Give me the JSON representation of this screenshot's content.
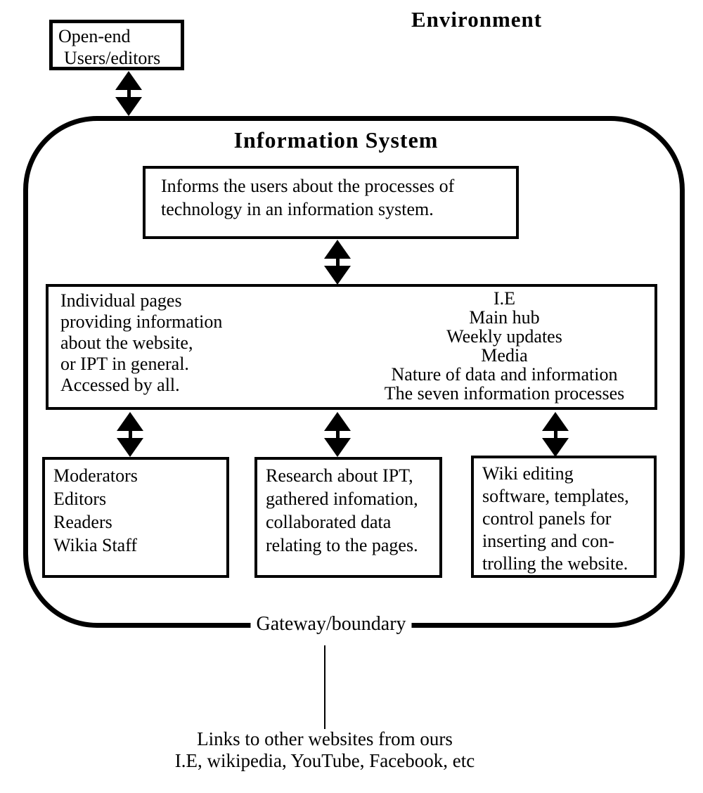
{
  "colors": {
    "ink": "#000000",
    "paper": "#ffffff"
  },
  "environment_label": "Environment",
  "open_end_box": {
    "line1": "Open-end",
    "line2": "Users/editors"
  },
  "information_system": {
    "title": "Information System",
    "informs_box": {
      "line1": "Informs the users about the processes of",
      "line2": "technology in an information system."
    },
    "wide_box": {
      "left_lines": [
        "Individual pages",
        "providing information",
        "about the website,",
        "or IPT in general.",
        "Accessed by all."
      ],
      "right_lines": [
        "I.E",
        "Main hub",
        "Weekly updates",
        "Media",
        "Nature of data and information",
        "The seven information processes"
      ]
    },
    "bottom_boxes": {
      "moderators": {
        "lines": [
          "Moderators",
          "Editors",
          "Readers",
          "Wikia Staff"
        ]
      },
      "research": {
        "lines": [
          "Research about IPT,",
          "gathered infomation,",
          "collaborated data",
          "relating to the pages."
        ]
      },
      "wiki": {
        "lines": [
          "Wiki editing",
          "software, templates,",
          "control panels for",
          "inserting and con-",
          "trolling the website."
        ]
      }
    },
    "gateway_label": "Gateway/boundary"
  },
  "external_links": {
    "line1": "Links to other websites from ours",
    "line2": "I.E, wikipedia, YouTube, Facebook, etc"
  }
}
